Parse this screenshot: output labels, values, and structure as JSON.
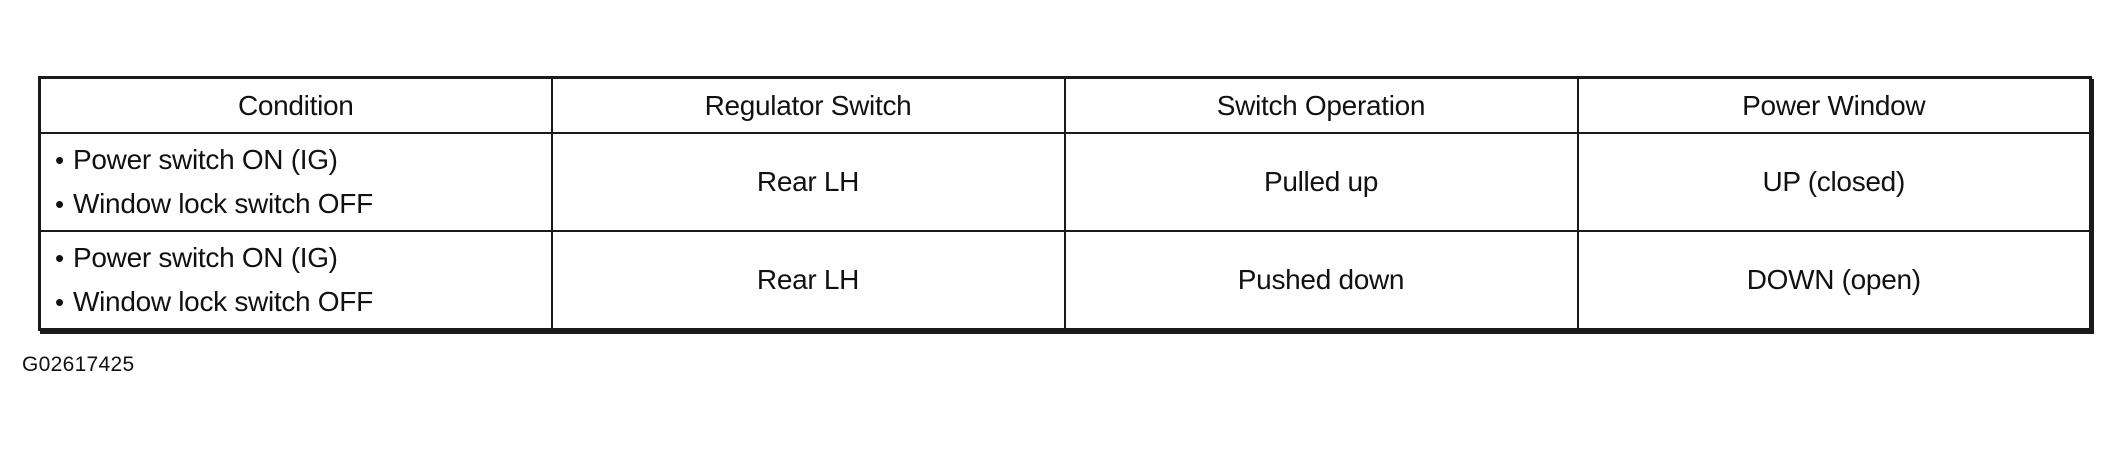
{
  "table": {
    "headers": [
      "Condition",
      "Regulator Switch",
      "Switch Operation",
      "Power Window"
    ],
    "rows": [
      {
        "condition": [
          "Power switch ON (IG)",
          "Window lock switch OFF"
        ],
        "regulator_switch": "Rear LH",
        "switch_operation": "Pulled up",
        "power_window": "UP (closed)"
      },
      {
        "condition": [
          "Power switch ON (IG)",
          "Window lock switch OFF"
        ],
        "regulator_switch": "Rear LH",
        "switch_operation": "Pushed down",
        "power_window": "DOWN (open)"
      }
    ],
    "bullet": "•"
  },
  "figure_id": "G02617425",
  "colors": {
    "ink": "#1a1a1a",
    "background": "#ffffff"
  }
}
